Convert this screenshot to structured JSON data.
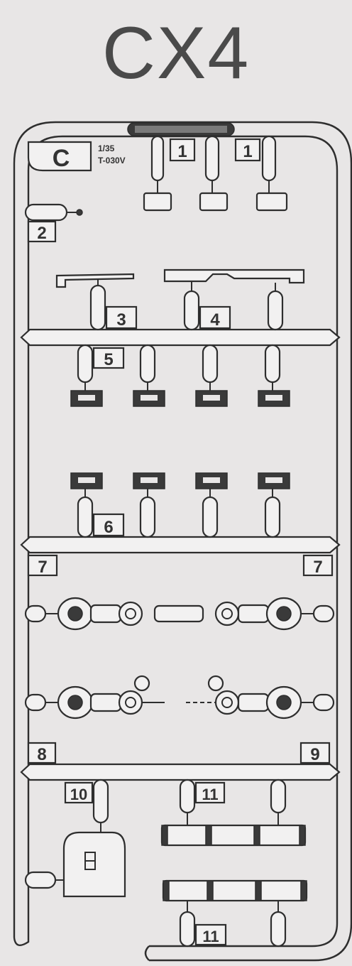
{
  "sprue": {
    "title": "CX4",
    "letter": "C",
    "scale": "1/35",
    "kit_code": "T-030V"
  },
  "parts": [
    {
      "label": "1"
    },
    {
      "label": "1"
    },
    {
      "label": "2"
    },
    {
      "label": "3"
    },
    {
      "label": "4"
    },
    {
      "label": "5"
    },
    {
      "label": "6"
    },
    {
      "label": "7"
    },
    {
      "label": "7"
    },
    {
      "label": "8"
    },
    {
      "label": "9"
    },
    {
      "label": "10"
    },
    {
      "label": "11"
    },
    {
      "label": "11"
    }
  ]
}
